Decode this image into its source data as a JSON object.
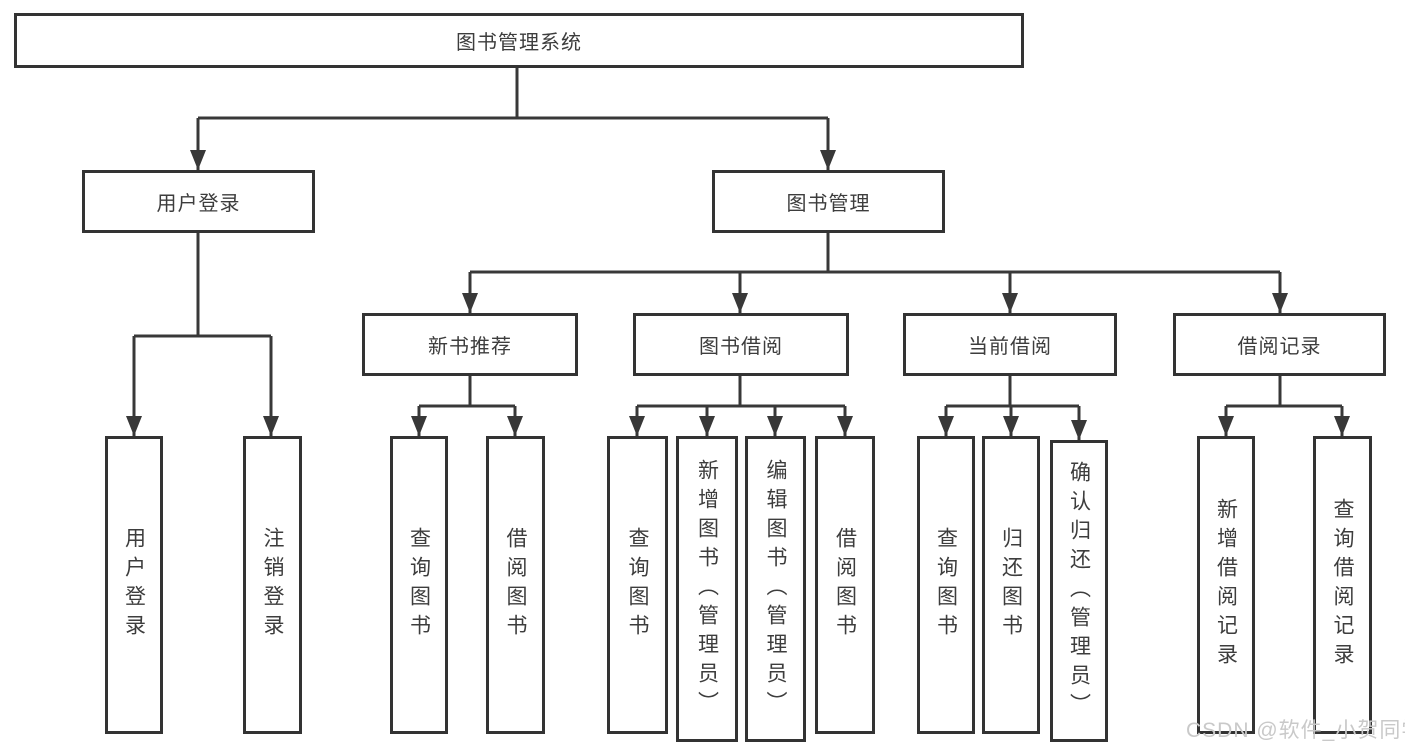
{
  "diagram": {
    "root": {
      "label": "图书管理系统"
    },
    "branches": [
      {
        "label": "用户登录",
        "children": [
          {
            "label": "用户登录"
          },
          {
            "label": "注销登录"
          }
        ]
      },
      {
        "label": "图书管理",
        "children": [
          {
            "label": "新书推荐",
            "children": [
              {
                "label": "查询图书"
              },
              {
                "label": "借阅图书"
              }
            ]
          },
          {
            "label": "图书借阅",
            "children": [
              {
                "label": "查询图书"
              },
              {
                "label": "新增图书（管理员）"
              },
              {
                "label": "编辑图书（管理员）"
              },
              {
                "label": "借阅图书"
              }
            ]
          },
          {
            "label": "当前借阅",
            "children": [
              {
                "label": "查询图书"
              },
              {
                "label": "归还图书"
              },
              {
                "label": "确认归还（管理员）"
              }
            ]
          },
          {
            "label": "借阅记录",
            "children": [
              {
                "label": "新增借阅记录"
              },
              {
                "label": "查询借阅记录"
              }
            ]
          }
        ]
      }
    ]
  },
  "watermark": {
    "text": "CSDN @软件_小贺同学"
  },
  "colors": {
    "line": "#383838",
    "box_border": "#333333",
    "box_fill": "#ffffff",
    "text": "#3d3d3d",
    "watermark": "#c9c9c9",
    "background": "#ffffff"
  }
}
